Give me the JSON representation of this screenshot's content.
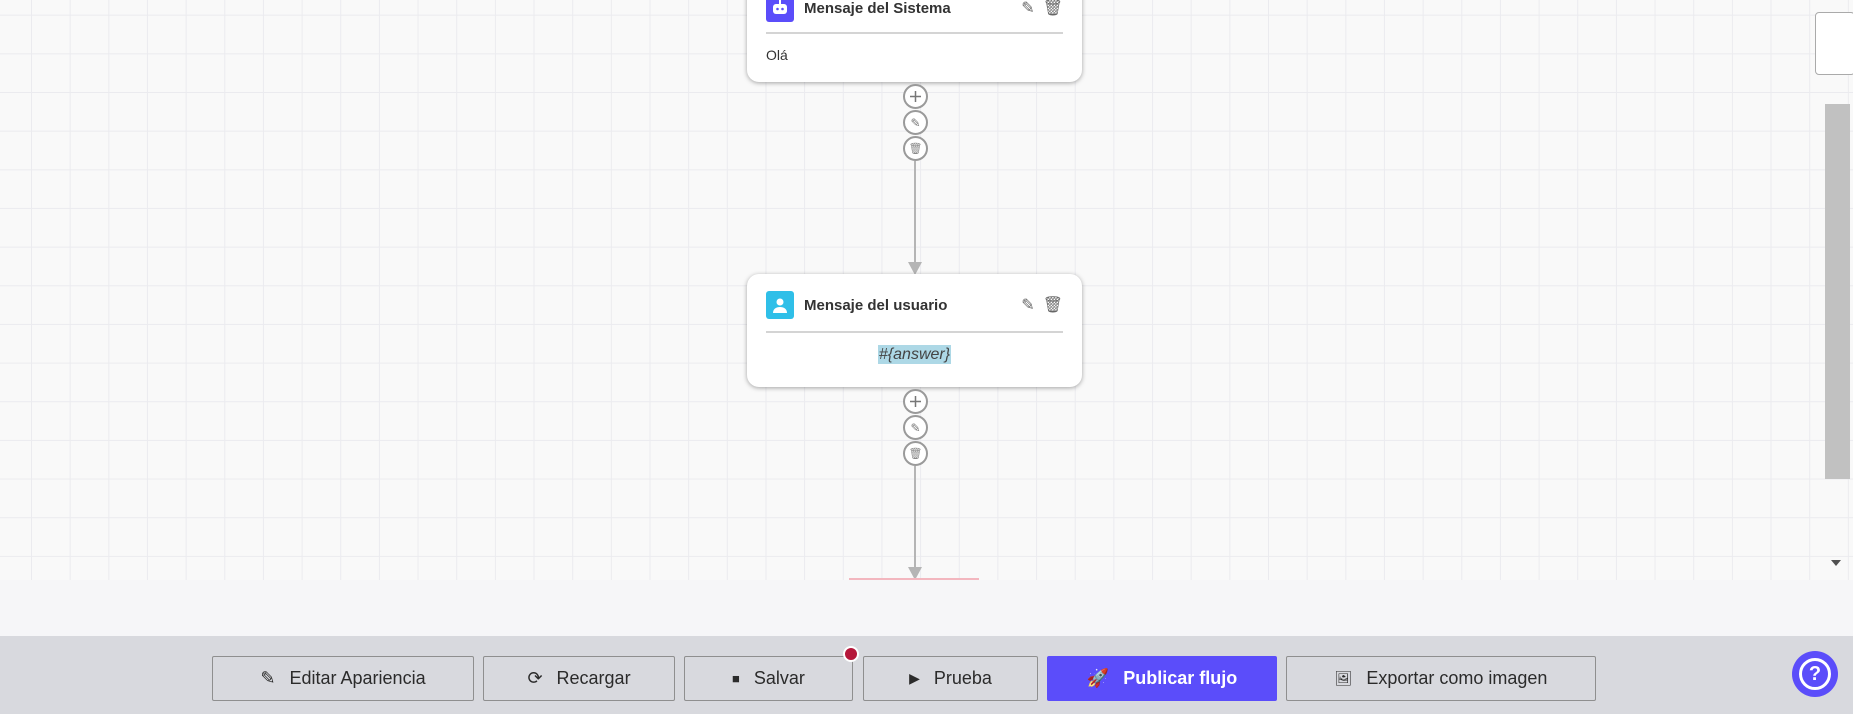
{
  "nodes": [
    {
      "title": "Mensaje del Sistema",
      "icon": "robot-icon",
      "icon_color": "#5b4dfa",
      "content": "Olá"
    },
    {
      "title": "Mensaje del usuario",
      "icon": "user-icon",
      "icon_color": "#2fbfe8",
      "content": "#{answer}"
    }
  ],
  "toolbar": {
    "edit_appearance": "Editar Apariencia",
    "reload": "Recargar",
    "save": "Salvar",
    "test": "Prueba",
    "publish": "Publicar flujo",
    "export": "Exportar como imagen",
    "unsaved_indicator_color": "#b5173a",
    "accent": "#5b4dfa"
  }
}
